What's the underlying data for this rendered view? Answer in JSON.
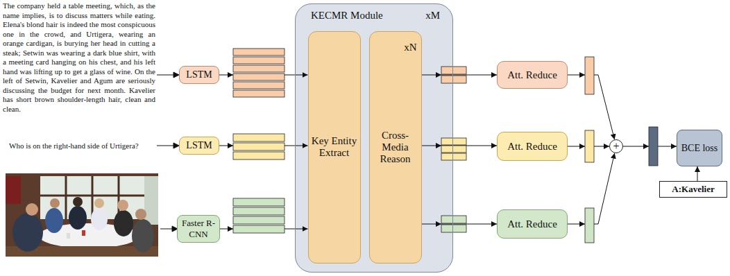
{
  "diagram": {
    "nodes": [
      {
        "text": [
          "LSTM"
        ]
      },
      {
        "text": [
          "LSTM"
        ]
      },
      {
        "text": [
          "Faster R-CNN"
        ]
      },
      {
        "text": [
          "KECMR Module",
          "xM"
        ]
      },
      {
        "text": [
          "Key Entity Extract"
        ],
        "in": 3
      },
      {
        "text": [
          "xN",
          "Cross-Media Reason"
        ],
        "in": 3
      },
      {
        "text": [
          "Att. Reduce"
        ]
      },
      {
        "text": [
          "Att. Reduce"
        ]
      },
      {
        "text": [
          "Att. Reduce"
        ]
      },
      {
        "text": [
          "+"
        ]
      },
      {
        "text": [
          "BCE loss"
        ]
      },
      {
        "text": [
          "A:Kavelier"
        ]
      }
    ],
    "edges": [
      {
        "from": 0,
        "to": 4,
        "arrow": "to"
      },
      {
        "from": 1,
        "to": 4,
        "arrow": "to"
      },
      {
        "from": 2,
        "to": 4,
        "arrow": "to"
      },
      {
        "from": 5,
        "to": 6,
        "arrow": "to"
      },
      {
        "from": 5,
        "to": 7,
        "arrow": "to"
      },
      {
        "from": 5,
        "to": 8,
        "arrow": "to"
      },
      {
        "from": 6,
        "to": 9,
        "arrow": "to"
      },
      {
        "from": 7,
        "to": 9,
        "arrow": "to"
      },
      {
        "from": 8,
        "to": 9,
        "arrow": "to"
      },
      {
        "from": 9,
        "to": 10,
        "arrow": "to"
      },
      {
        "from": 11,
        "to": 10,
        "arrow": "to"
      }
    ],
    "labels": [
      "The company held a table meeting, which, as the name implies, is to discuss matters while eating. Elena's blond hair is indeed the most conspicuous one in the crowd, and Urtigera, wearing an orange cardigan, is burying her head in cutting a steak; Setwin was wearing a dark blue shirt, with a meeting card hanging on his chest, and his left hand was lifting up to get a glass of wine. On the left of Setwin, Kavelier and Agum are seriously discussing the budget for next month. Kavelier has short brown shoulder-length hair, clean and clean.",
      "Who is on the right-hand side of Urtigera?"
    ]
  }
}
